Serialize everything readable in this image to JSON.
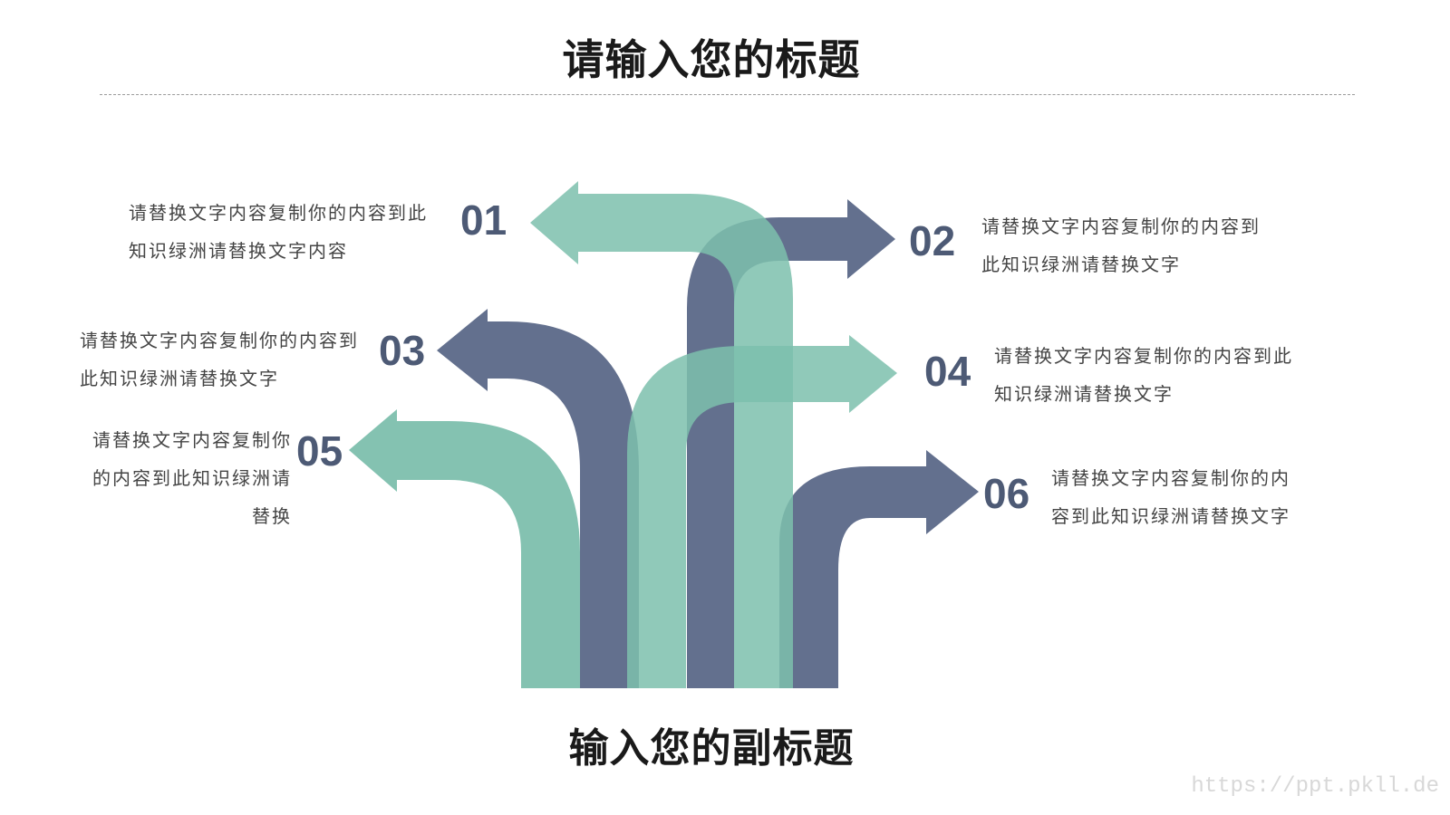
{
  "title": "请输入您的标题",
  "subtitle": "输入您的副标题",
  "watermark": "https://ppt.pkll.de",
  "colors": {
    "teal": "#7dbfad",
    "slate": "#5b6888",
    "number": "#4d5a75",
    "text": "#444444"
  },
  "items": [
    {
      "number": "01",
      "text": "请替换文字内容复制你的内容到此知识绿洲请替换文字内容",
      "direction": "left",
      "color": "teal"
    },
    {
      "number": "02",
      "text": "请替换文字内容复制你的内容到此知识绿洲请替换文字",
      "direction": "right",
      "color": "slate"
    },
    {
      "number": "03",
      "text": "请替换文字内容复制你的内容到此知识绿洲请替换文字",
      "direction": "left",
      "color": "slate"
    },
    {
      "number": "04",
      "text": "请替换文字内容复制你的内容到此知识绿洲请替换文字",
      "direction": "right",
      "color": "teal"
    },
    {
      "number": "05",
      "text": "请替换文字内容复制你的内容到此知识绿洲请替换",
      "direction": "left",
      "color": "teal"
    },
    {
      "number": "06",
      "text": "请替换文字内容复制你的内容到此知识绿洲请替换文字",
      "direction": "right",
      "color": "slate"
    }
  ]
}
